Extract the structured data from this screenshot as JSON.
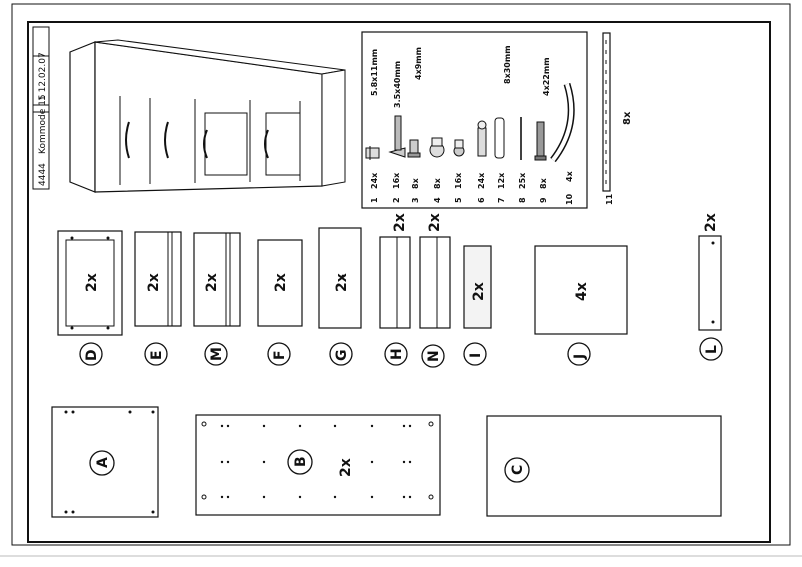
{
  "header_box": {
    "product_code": "4444",
    "product_name": "Kommode 15",
    "sheet_code": "1 12.02.07"
  },
  "hardware": [
    {
      "num": "1",
      "qty": "24x",
      "spec": "5.8x11mm"
    },
    {
      "num": "2",
      "qty": "16x",
      "spec": "3.5x40mm"
    },
    {
      "num": "3",
      "qty": "8x",
      "spec": "4x9mm"
    },
    {
      "num": "4",
      "qty": "8x",
      "spec": ""
    },
    {
      "num": "5",
      "qty": "16x",
      "spec": ""
    },
    {
      "num": "6",
      "qty": "24x",
      "spec": ""
    },
    {
      "num": "7",
      "qty": "12x",
      "spec": "8x30mm"
    },
    {
      "num": "8",
      "qty": "25x",
      "spec": ""
    },
    {
      "num": "9",
      "qty": "8x",
      "spec": "4x22mm"
    },
    {
      "num": "10",
      "qty": "4x",
      "spec": ""
    }
  ],
  "rail": {
    "num": "11",
    "qty": "8x"
  },
  "parts_small": [
    {
      "letter": "D",
      "qty": "2x"
    },
    {
      "letter": "E",
      "qty": "2x"
    },
    {
      "letter": "M",
      "qty": "2x"
    },
    {
      "letter": "F",
      "qty": "2x"
    },
    {
      "letter": "G",
      "qty": "2x"
    },
    {
      "letter": "H",
      "qty": "2x"
    },
    {
      "letter": "N",
      "qty": "2x"
    },
    {
      "letter": "I",
      "qty": "2x"
    },
    {
      "letter": "J",
      "qty": "4x"
    },
    {
      "letter": "L",
      "qty": "2x"
    }
  ],
  "parts_large": [
    {
      "letter": "A",
      "qty": ""
    },
    {
      "letter": "B",
      "qty": "2x"
    },
    {
      "letter": "C",
      "qty": ""
    }
  ]
}
